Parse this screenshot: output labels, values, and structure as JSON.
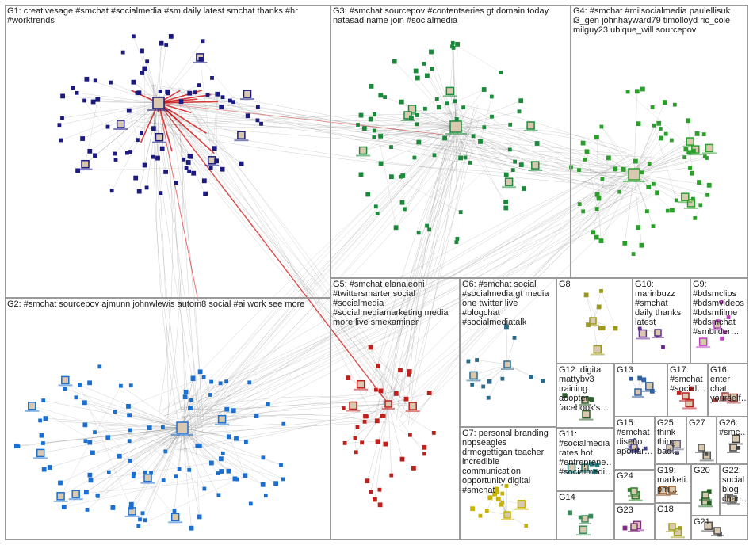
{
  "groups": [
    {
      "id": "G1",
      "label": "G1: creativesage #smchat #socialmedia #sm daily latest smchat thanks #hr #worktrends",
      "color": "#1a1a80"
    },
    {
      "id": "G2",
      "label": "G2: #smchat sourcepov ajmunn johnwlewis autom8 social #ai work see more",
      "color": "#1a6fd0"
    },
    {
      "id": "G3",
      "label": "G3: #smchat sourcepov #contentseries gt domain today natasad name join #socialmedia",
      "color": "#1a8a3a"
    },
    {
      "id": "G4",
      "label": "G4: #smchat #milsocialmedia paulellisuk i3_gen johnhayward79 timolloyd ric_cole milguy23 ubique_will sourcepov",
      "color": "#2aa02a"
    },
    {
      "id": "G5",
      "label": "G5: #smchat elanaleoni #twittersmarter social #socialmedia #socialmediamarketing media more live smexaminer",
      "color": "#c0201c"
    },
    {
      "id": "G6",
      "label": "G6: #smchat social #socialmedia gt media one twitter live #blogchat #socialmediatalk",
      "color": "#2a6a8a"
    },
    {
      "id": "G7",
      "label": "G7: personal branding nbpseagles drmcgettigan teacher incredible communication opportunity digital #smchat",
      "color": "#c8b400"
    },
    {
      "id": "G8",
      "label": "G8",
      "color": "#9a9a20"
    },
    {
      "id": "G9",
      "label": "G9: #bdsmclips #bdsmvideos #bdsmfilme #bdsmchat #smbilder…",
      "color": "#c040c0"
    },
    {
      "id": "G10",
      "label": "G10: marinbuzz #smchat daily thanks latest",
      "color": "#603090"
    },
    {
      "id": "G11",
      "label": "G11: #socialmedia rates hot #entreprene… #socialmedi…",
      "color": "#208080"
    },
    {
      "id": "G12",
      "label": "G12: digital mattybv3 training adopter facebook's…",
      "color": "#306030"
    },
    {
      "id": "G13",
      "label": "G13",
      "color": "#3060a0"
    },
    {
      "id": "G14",
      "label": "G14",
      "color": "#3a8a5a"
    },
    {
      "id": "G15",
      "label": "G15: #smchat diseño aportar…",
      "color": "#404090"
    },
    {
      "id": "G16",
      "label": "G16: enter chat yourself…",
      "color": "#a04040"
    },
    {
      "id": "G17",
      "label": "G17: #smchat #social…",
      "color": "#c02020"
    },
    {
      "id": "G18",
      "label": "G18",
      "color": "#a0a020"
    },
    {
      "id": "G19",
      "label": "G19: marketi… pm…",
      "color": "#8a5020"
    },
    {
      "id": "G20",
      "label": "G20",
      "color": "#206020"
    },
    {
      "id": "G21",
      "label": "G21",
      "color": "#505050"
    },
    {
      "id": "G22",
      "label": "G22: social blog chan…",
      "color": "#606060"
    },
    {
      "id": "G23",
      "label": "G23",
      "color": "#803080"
    },
    {
      "id": "G24",
      "label": "G24",
      "color": "#308030"
    },
    {
      "id": "G25",
      "label": "G25: think thing bad…",
      "color": "#606080"
    },
    {
      "id": "G26",
      "label": "G26: #smc…",
      "color": "#404040"
    },
    {
      "id": "G27",
      "label": "G27",
      "color": "#505050"
    }
  ],
  "edge_color": "#7a7a7a",
  "highlight_edge_color": "#d01010"
}
